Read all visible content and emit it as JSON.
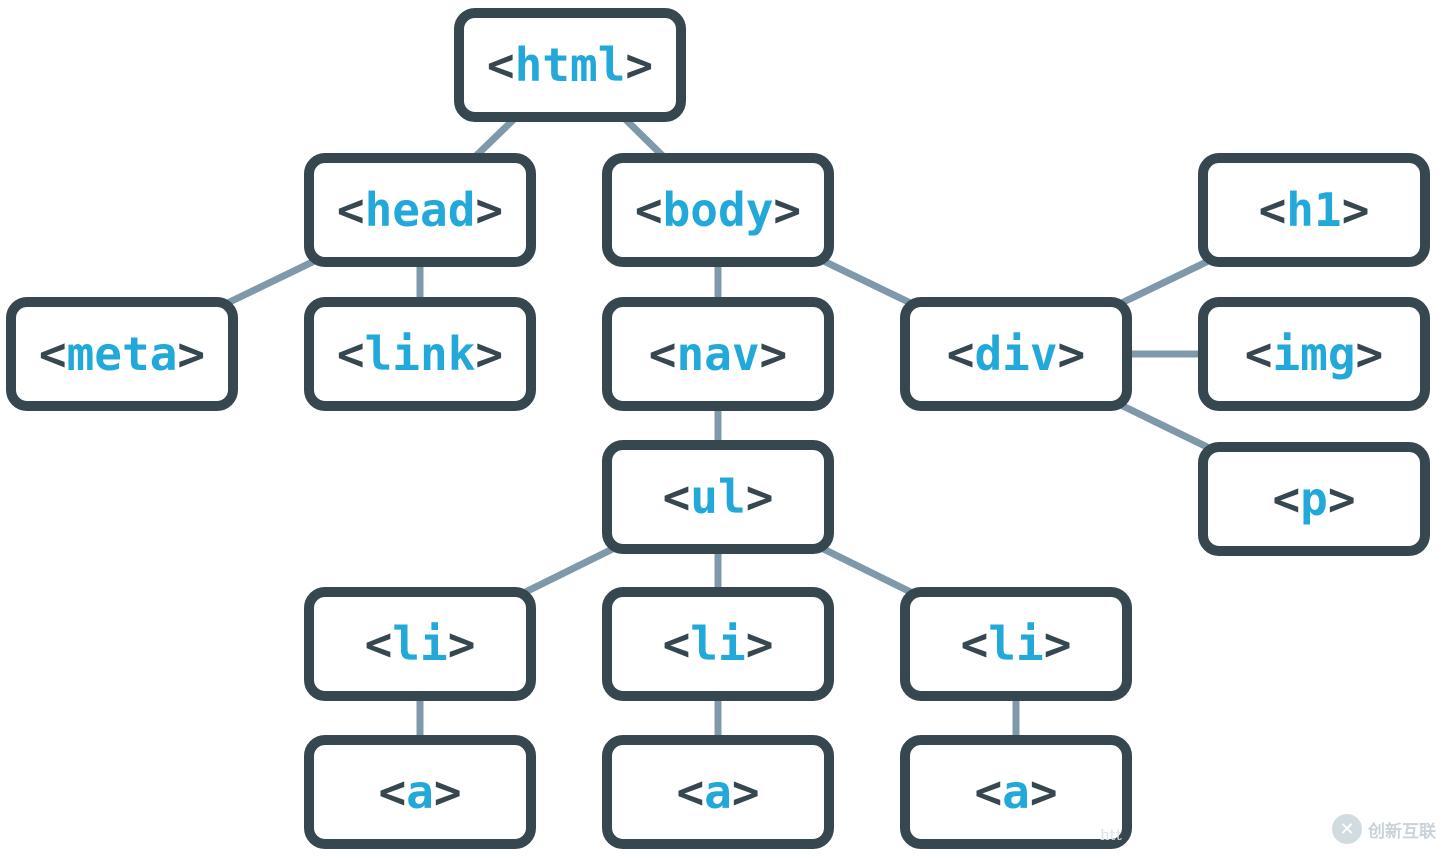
{
  "diagram": {
    "nodes": [
      {
        "id": "html",
        "open": "<",
        "name": "html",
        "close": ">"
      },
      {
        "id": "head",
        "open": "<",
        "name": "head",
        "close": ">"
      },
      {
        "id": "body",
        "open": "<",
        "name": "body",
        "close": ">"
      },
      {
        "id": "meta",
        "open": "<",
        "name": "meta",
        "close": ">"
      },
      {
        "id": "link",
        "open": "<",
        "name": "link",
        "close": ">"
      },
      {
        "id": "nav",
        "open": "<",
        "name": "nav",
        "close": ">"
      },
      {
        "id": "div",
        "open": "<",
        "name": "div",
        "close": ">"
      },
      {
        "id": "h1",
        "open": "<",
        "name": "h1",
        "close": ">"
      },
      {
        "id": "img",
        "open": "<",
        "name": "img",
        "close": ">"
      },
      {
        "id": "p",
        "open": "<",
        "name": "p",
        "close": ">"
      },
      {
        "id": "ul",
        "open": "<",
        "name": "ul",
        "close": ">"
      },
      {
        "id": "li1",
        "open": "<",
        "name": "li",
        "close": ">"
      },
      {
        "id": "li2",
        "open": "<",
        "name": "li",
        "close": ">"
      },
      {
        "id": "li3",
        "open": "<",
        "name": "li",
        "close": ">"
      },
      {
        "id": "a1",
        "open": "<",
        "name": "a",
        "close": ">"
      },
      {
        "id": "a2",
        "open": "<",
        "name": "a",
        "close": ">"
      },
      {
        "id": "a3",
        "open": "<",
        "name": "a",
        "close": ">"
      }
    ],
    "edges": [
      [
        "html",
        "head"
      ],
      [
        "html",
        "body"
      ],
      [
        "head",
        "meta"
      ],
      [
        "head",
        "link"
      ],
      [
        "body",
        "nav"
      ],
      [
        "body",
        "div"
      ],
      [
        "div",
        "h1"
      ],
      [
        "div",
        "img"
      ],
      [
        "div",
        "p"
      ],
      [
        "nav",
        "ul"
      ],
      [
        "ul",
        "li1"
      ],
      [
        "ul",
        "li2"
      ],
      [
        "ul",
        "li3"
      ],
      [
        "li1",
        "a1"
      ],
      [
        "li2",
        "a2"
      ],
      [
        "li3",
        "a3"
      ]
    ],
    "colors": {
      "box_border": "#37474f",
      "bracket": "#37474f",
      "tag_name": "#23a9d9",
      "edge": "#7f98aa"
    }
  },
  "watermark": {
    "logo_glyph": "✕",
    "brand": "创新互联",
    "url_fragment": "htt"
  }
}
